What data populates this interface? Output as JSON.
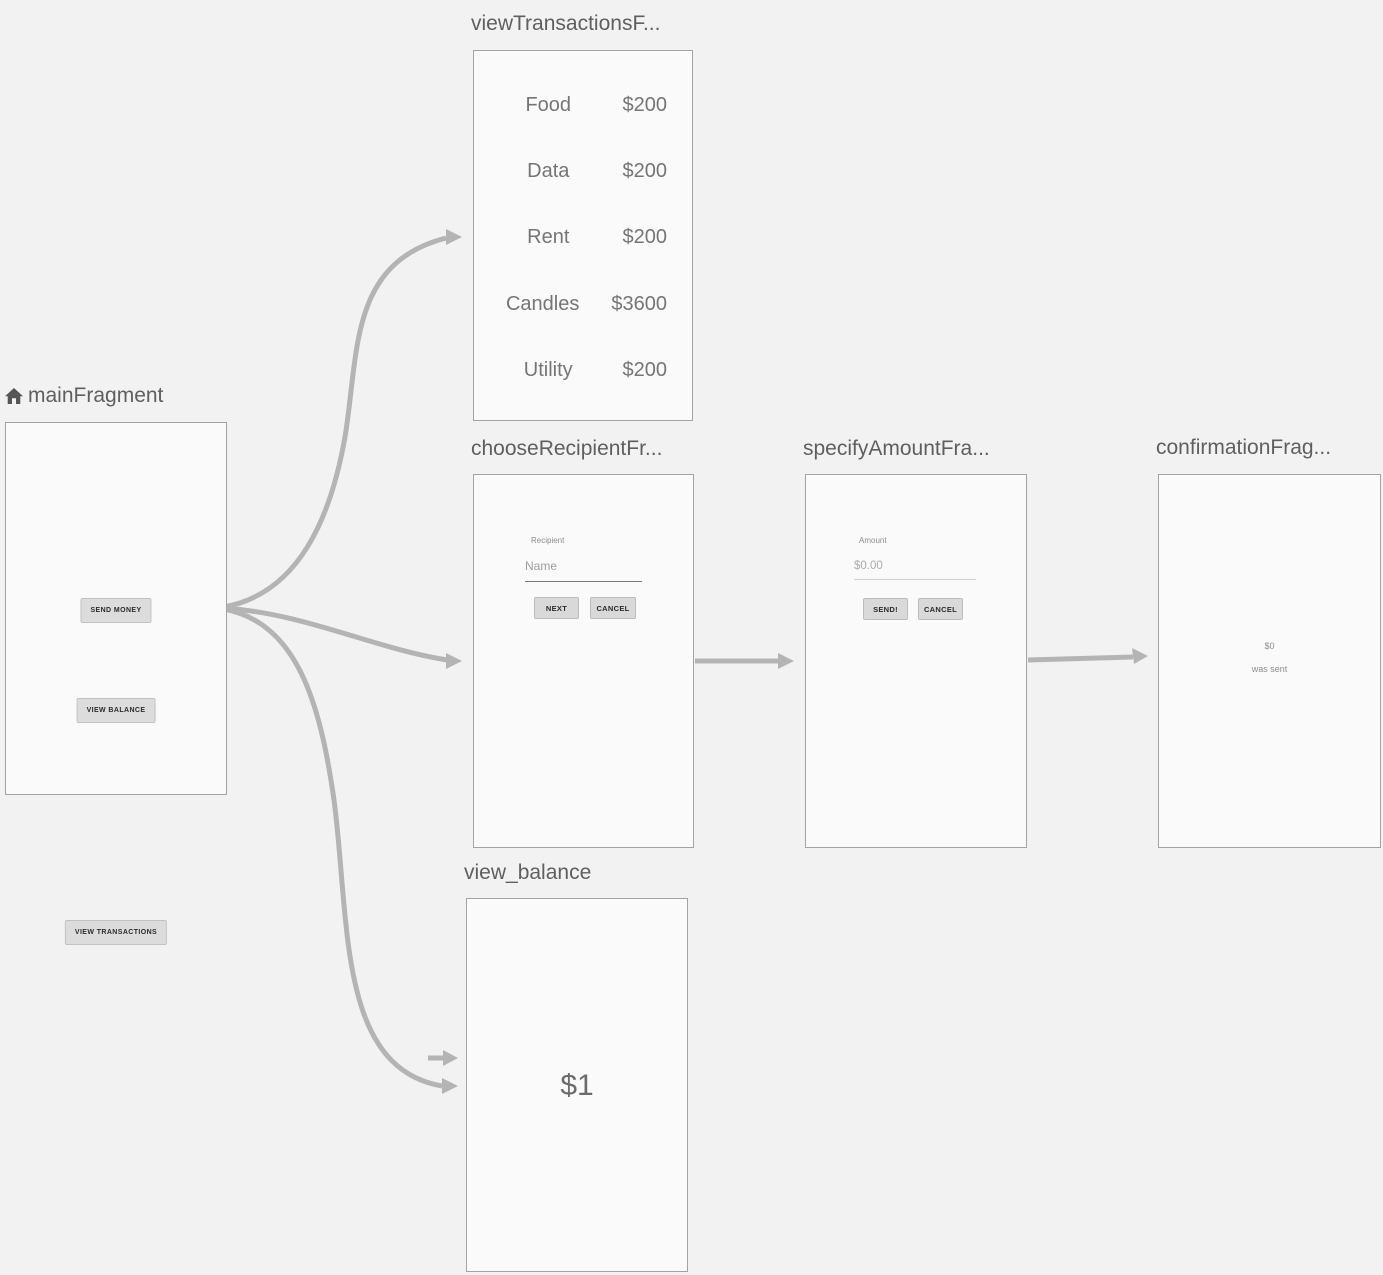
{
  "palette": {
    "background": "#f2f2f2",
    "card_fill": "#fafafa",
    "card_border": "#a3a3a3",
    "arrow": "#b4b4b4",
    "title_text": "#5f5f5f",
    "row_text": "#757575",
    "button_fill": "#dcdcdc",
    "button_border": "#c2c2c2",
    "button_text": "#2b2b2b",
    "muted_text": "#8d8d8d",
    "placeholder_text": "#9e9e9e"
  },
  "fragments": {
    "main": {
      "title": "mainFragment",
      "buttons": {
        "view_transactions": "VIEW TRANSACTIONS",
        "send_money": "SEND MONEY",
        "view_balance": "VIEW BALANCE"
      }
    },
    "view_transactions": {
      "title": "viewTransactionsF...",
      "rows": [
        {
          "label": "Food",
          "amount": "$200"
        },
        {
          "label": "Data",
          "amount": "$200"
        },
        {
          "label": "Rent",
          "amount": "$200"
        },
        {
          "label": "Candles",
          "amount": "$3600"
        },
        {
          "label": "Utility",
          "amount": "$200"
        }
      ]
    },
    "choose_recipient": {
      "title": "chooseRecipientFr...",
      "field_label": "Recipient",
      "input_placeholder": "Name",
      "next_button": "NEXT",
      "cancel_button": "CANCEL"
    },
    "specify_amount": {
      "title": "specifyAmountFra...",
      "field_label": "Amount",
      "input_placeholder": "$0.00",
      "send_button": "SEND!",
      "cancel_button": "CANCEL"
    },
    "confirmation": {
      "title": "confirmationFrag...",
      "amount": "$0",
      "caption": "was sent"
    },
    "view_balance": {
      "title": "view_balance",
      "balance": "$1"
    }
  }
}
